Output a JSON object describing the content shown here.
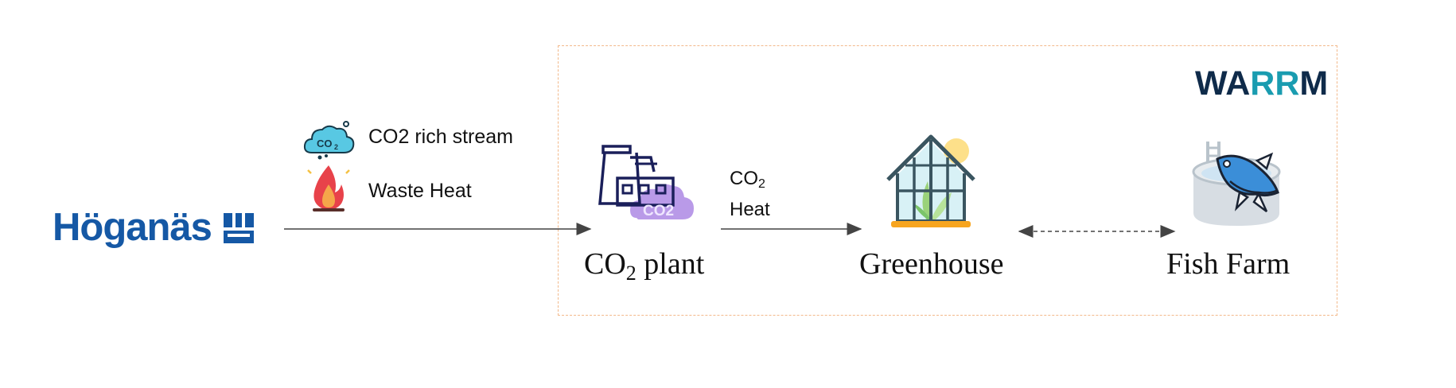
{
  "source": {
    "logo_text": "Höganäs"
  },
  "brand": {
    "warm_logo_prefix": "WA",
    "warm_logo_rr": "RR",
    "warm_logo_suffix": "M"
  },
  "inputs": [
    {
      "label": "CO2 rich stream",
      "icon": "co2-cloud-icon"
    },
    {
      "label": "Waste Heat",
      "icon": "flame-icon"
    }
  ],
  "nodes": {
    "co2_plant": {
      "label_main": "CO",
      "label_sub": "2",
      "label_rest": " plant",
      "icon": "factory-co2-icon",
      "icon_text": "CO2"
    },
    "greenhouse": {
      "label": "Greenhouse",
      "icon": "greenhouse-icon"
    },
    "fish_farm": {
      "label": "Fish Farm",
      "icon": "fish-tank-icon"
    }
  },
  "edges": {
    "plant_to_greenhouse": {
      "line1_main": "CO",
      "line1_sub": "2",
      "line2": "Heat"
    }
  },
  "colors": {
    "hoganas_blue": "#1558a5",
    "warm_navy": "#0f2b4a",
    "warm_teal": "#1a9cb0",
    "dashed_border": "#f3b98b",
    "arrow": "#444444"
  }
}
